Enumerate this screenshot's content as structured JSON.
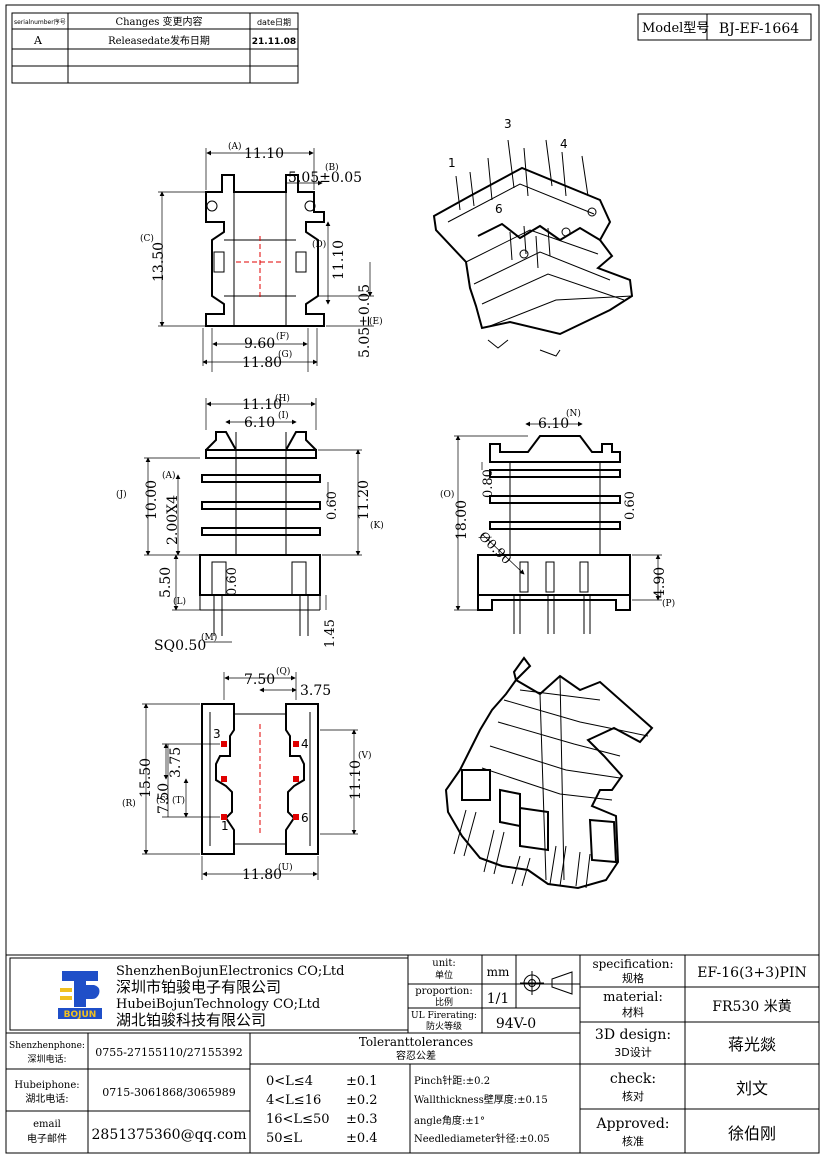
{
  "revision_table": {
    "headers": {
      "serial": "serialnumber序号",
      "changes": "Changes 变更内容",
      "date": "date日期"
    },
    "rows": [
      {
        "serial": "A",
        "changes": "Releasedate发布日期",
        "date": "21.11.08"
      }
    ]
  },
  "model": {
    "label": "Model型号",
    "value": "BJ-EF-1664"
  },
  "pin_numbers_iso": {
    "p1": "1",
    "p3": "3",
    "p4": "4",
    "p6": "6"
  },
  "view1": {
    "dim_a": {
      "value": "11.10",
      "tag": "(A)"
    },
    "dim_b": {
      "value": "5.05±0.05",
      "tag": "(B)"
    },
    "dim_c": {
      "value": "13.50",
      "tag": "(C)"
    },
    "dim_d": {
      "value": "11.10",
      "tag": "(D)"
    },
    "dim_e": {
      "value": "5.05±0.05",
      "tag": "(E)"
    },
    "dim_f": {
      "value": "9.60",
      "tag": "(F)"
    },
    "dim_g": {
      "value": "11.80",
      "tag": "(G)"
    }
  },
  "view2": {
    "dim_h": {
      "value": "11.10",
      "tag": "(H)"
    },
    "dim_i": {
      "value": "6.10",
      "tag": "(I)"
    },
    "dim_j": {
      "value": "10.00",
      "tag": "(J)"
    },
    "dim_a": {
      "value": "2.00X4",
      "tag": "(A)"
    },
    "dim_k": {
      "value": "11.20",
      "tag": "(K)"
    },
    "dim_060a": "0.60",
    "dim_l": {
      "value": "5.50",
      "tag": "(L)"
    },
    "dim_060b": "0.60",
    "dim_145": "1.45",
    "dim_m": {
      "value": "SQ0.50",
      "tag": "(M)"
    }
  },
  "view3": {
    "dim_n": {
      "value": "6.10",
      "tag": "(N)"
    },
    "dim_o": {
      "value": "18.00",
      "tag": "(O)"
    },
    "dim_080": "0.80",
    "dim_060": "0.60",
    "dim_dia": "Ø0.90",
    "dim_p": {
      "value": "4.90",
      "tag": "(P)"
    }
  },
  "view4": {
    "dim_q": {
      "value": "7.50",
      "tag": "(Q)"
    },
    "dim_375a": "3.75",
    "dim_r": {
      "value": "15.50",
      "tag": "(R)"
    },
    "dim_s": {
      "value": "7.50",
      "tag": "(S)"
    },
    "dim_t": {
      "value": "3.75",
      "tag": "(T)"
    },
    "dim_v": {
      "value": "11.10",
      "tag": "(V)"
    },
    "dim_u": {
      "value": "11.80",
      "tag": "(U)"
    },
    "pins": {
      "p3": "3",
      "p4": "4",
      "p1": "1",
      "p6": "6"
    }
  },
  "title_block": {
    "company_en1": "ShenzhenBojunElectronics CO;Ltd",
    "company_cn1": "深圳市铂骏电子有限公司",
    "company_en2": "HubeiBojunTechnology CO;Ltd",
    "company_cn2": "湖北铂骏科技有限公司",
    "logo_text": "BOJUN",
    "unit_label_en": "unit:",
    "unit_label_cn": "单位",
    "unit_value": "mm",
    "proportion_label_en": "proportion:",
    "proportion_label_cn": "比例",
    "proportion_value": "1/1",
    "ul_label_en": "UL Firerating:",
    "ul_label_cn": "防火等级",
    "ul_value": "94V-0",
    "spec_label_en": "specification:",
    "spec_label_cn": "规格",
    "spec_value": "EF-16(3+3)PIN",
    "material_label_en": "material:",
    "material_label_cn": "材料",
    "material_value": "FR530 米黄",
    "design_label_en": "3D design:",
    "design_label_cn": "3D设计",
    "design_value": "蒋光燚",
    "check_label_en": "check:",
    "check_label_cn": "核对",
    "check_value": "刘文",
    "approved_label_en": "Approved:",
    "approved_label_cn": "核准",
    "approved_value": "徐伯刚",
    "sz_phone_label_en": "Shenzhenphone:",
    "sz_phone_label_cn": "深圳电话:",
    "sz_phone_value": "0755-27155110/27155392",
    "hb_phone_label_en": "Hubeiphone:",
    "hb_phone_label_cn": "湖北电话:",
    "hb_phone_value": "0715-3061868/3065989",
    "email_label_en": "email",
    "email_label_cn": "电子邮件",
    "email_value": "2851375360@qq.com",
    "tol_title_en": "Toleranttolerances",
    "tol_title_cn": "容忍公差",
    "tolerances": [
      {
        "range": "0<L≤4",
        "value": "±0.1"
      },
      {
        "range": "4<L≤16",
        "value": "±0.2"
      },
      {
        "range": "16<L≤50",
        "value": "±0.3"
      },
      {
        "range": "50≤L",
        "value": "±0.4"
      }
    ],
    "notes": [
      "Pinch针距:±0.2",
      "Wallthickness壁厚度:±0.15",
      "angle角度:±1°",
      "Needlediameter针径:±0.05"
    ]
  },
  "colors": {
    "line": "#000000",
    "center_line": "#e00000",
    "logo_blue": "#1f4fc8",
    "logo_yellow": "#f0c020"
  }
}
